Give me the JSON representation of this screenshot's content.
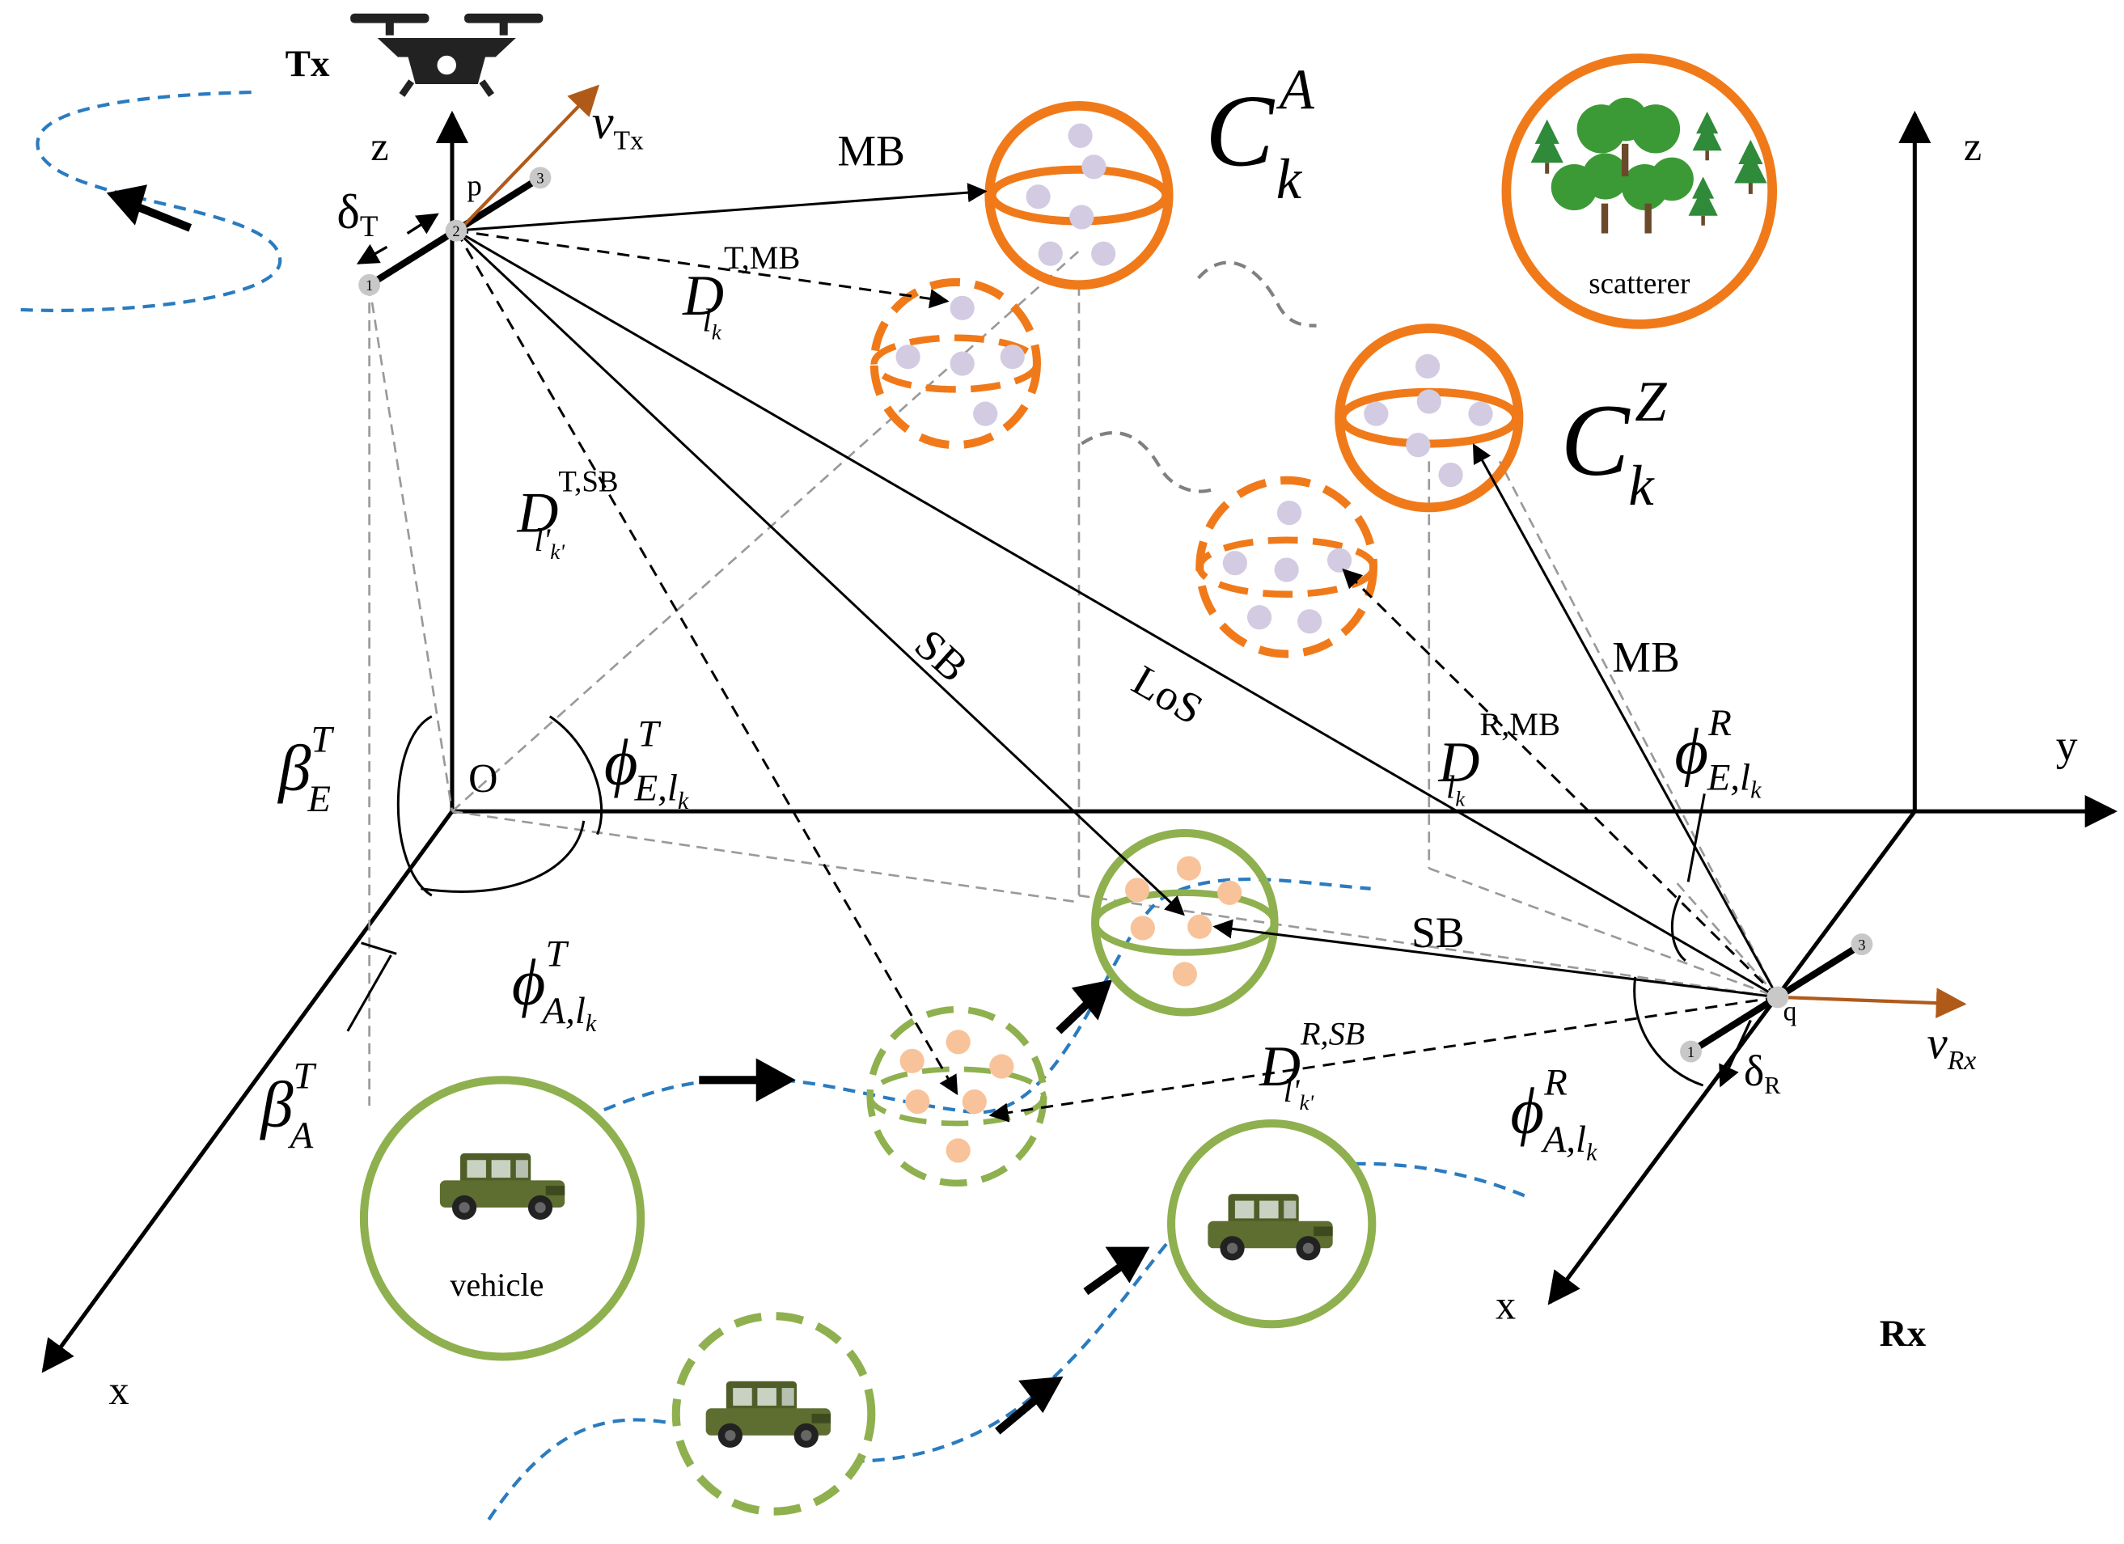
{
  "labels": {
    "tx": "Tx",
    "rx": "Rx",
    "z_left": "z",
    "z_right": "z",
    "x_left": "x",
    "x_right": "x",
    "y_axis": "y",
    "origin": "O",
    "p": "p",
    "q": "q",
    "v": "v",
    "v_tx_sub": "Tx",
    "v_rx_sub": "Rx",
    "delta": "δ",
    "delta_t_sub": "T",
    "delta_r_sub": "R",
    "mb_top": "MB",
    "mb_right": "MB",
    "sb_left": "SB",
    "sb_right": "SB",
    "los": "LoS",
    "scatterer": "scatterer",
    "vehicle": "vehicle",
    "D": "D",
    "C": "C",
    "beta": "β",
    "phi": "ϕ",
    "sup_t": "T",
    "sup_r": "R",
    "sup_a": "A",
    "sup_z": "Z",
    "sub_e": "E",
    "sub_a": "A",
    "sub_k": "k",
    "sub_elk": "E,l",
    "sub_alk": "A,l",
    "sub_lk": "l",
    "sub_lpk": "l'",
    "sub_k_prime": "k'",
    "sup_t_mb": "T,MB",
    "sup_t_sb": "T,SB",
    "sup_r_mb": "R,MB",
    "sup_r_sb": "R,SB",
    "antenna_1": "1",
    "antenna_2": "2",
    "antenna_3": "3"
  },
  "colors": {
    "orange": "#f07a1a",
    "green": "#8fb04f",
    "blue_path": "#2a7bbf",
    "scatter_purple": "#d3cbe2",
    "scatter_peach": "#f8c39a",
    "velocity": "#b05a1a",
    "grey_dash": "#9a9a9a"
  },
  "icons": [
    "drone-icon",
    "tree-cluster-icon",
    "military-vehicle-icon"
  ]
}
